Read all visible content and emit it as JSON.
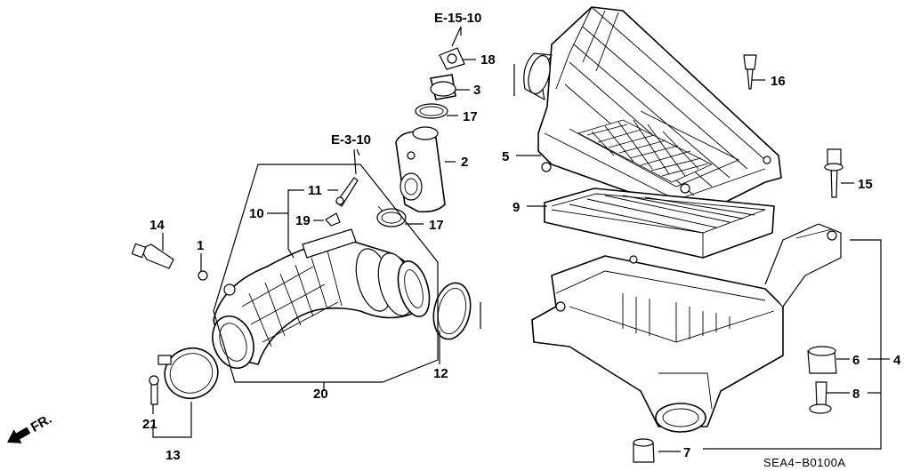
{
  "references": {
    "top": "E-15-10",
    "mid": "E-3-10"
  },
  "part_numbers": {
    "p1": "1",
    "p2": "2",
    "p3": "3",
    "p4": "4",
    "p5": "5",
    "p6": "6",
    "p7": "7",
    "p8": "8",
    "p9": "9",
    "p10": "10",
    "p11": "11",
    "p12": "12",
    "p13": "13",
    "p14": "14",
    "p15": "15",
    "p16": "16",
    "p17a": "17",
    "p17b": "17",
    "p18": "18",
    "p19": "19",
    "p20": "20",
    "p21": "21"
  },
  "front_indicator": "FR.",
  "diagram_code": "SEA4−B0100A"
}
